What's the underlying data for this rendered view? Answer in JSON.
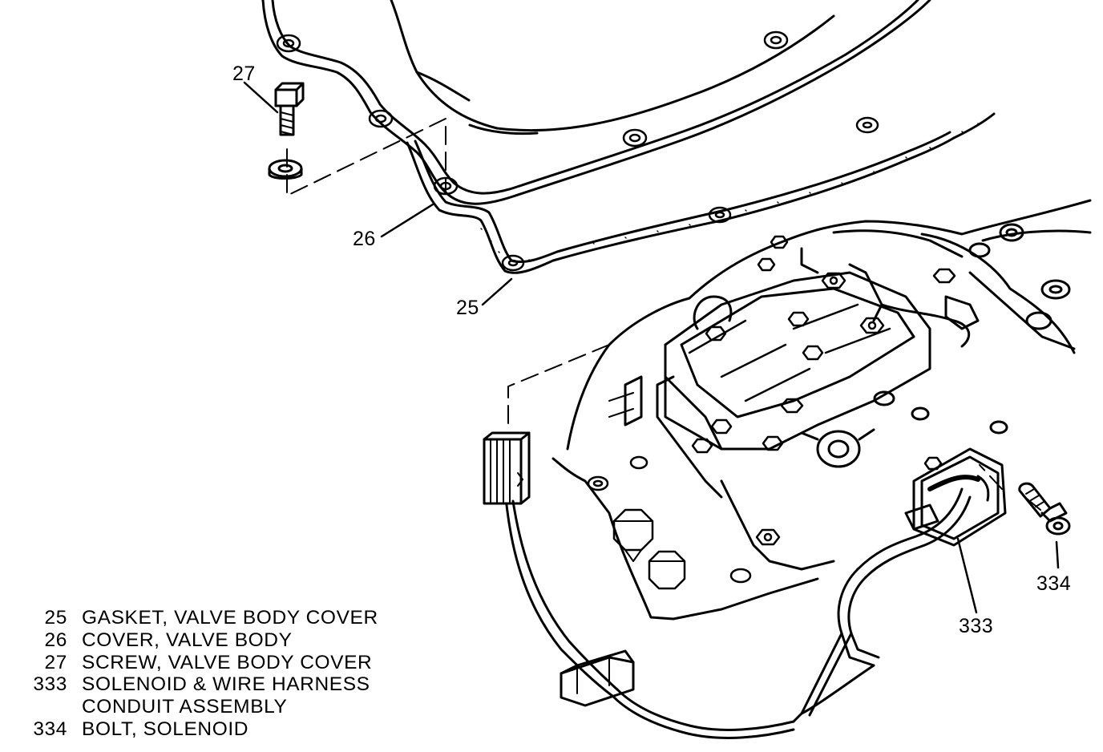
{
  "callouts": {
    "c25": "25",
    "c26": "26",
    "c27": "27",
    "c333": "333",
    "c334": "334"
  },
  "legend": [
    {
      "num": "25",
      "desc": "GASKET, VALVE BODY COVER"
    },
    {
      "num": "26",
      "desc": "COVER, VALVE BODY"
    },
    {
      "num": "27",
      "desc": "SCREW, VALVE BODY COVER"
    },
    {
      "num": "333",
      "desc": "SOLENOID & WIRE HARNESS"
    },
    {
      "num": "",
      "desc": "CONDUIT ASSEMBLY"
    },
    {
      "num": "334",
      "desc": "BOLT, SOLENOID"
    }
  ]
}
